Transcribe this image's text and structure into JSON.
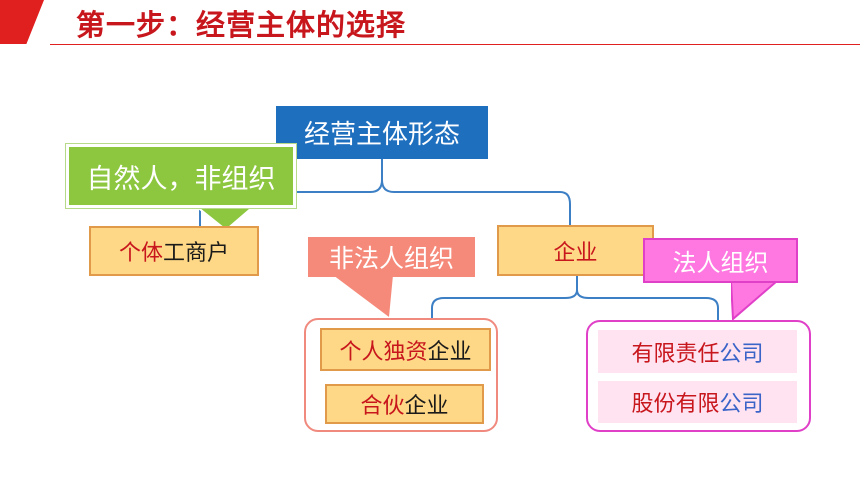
{
  "header": {
    "title": "第一步：经营主体的选择"
  },
  "diagram": {
    "root": "经营主体形态",
    "callouts": {
      "natural_person": "自然人，非组织",
      "non_legal_person": "非法人组织",
      "legal_person": "法人组织"
    },
    "individual_business": {
      "a": "个体",
      "b": "工商户"
    },
    "enterprise": "企业",
    "sole_proprietorship": {
      "a": "个人独资",
      "b": "企业"
    },
    "partnership": {
      "a": "合伙",
      "b": "企业"
    },
    "llc": {
      "a": "有限责任",
      "b": "公司"
    },
    "joint_stock": {
      "a": "股份有限",
      "b": "公司"
    }
  },
  "colors": {
    "header_red": "#c8161d",
    "root_blue": "#1f6fbf",
    "orange_fill": "#fed886",
    "green_callout": "#8dc63f",
    "salmon_callout": "#f58a7a",
    "magenta_callout": "#ff77e0",
    "pink_fill": "#ffe3f1",
    "connector_blue": "#3c7fc4"
  }
}
